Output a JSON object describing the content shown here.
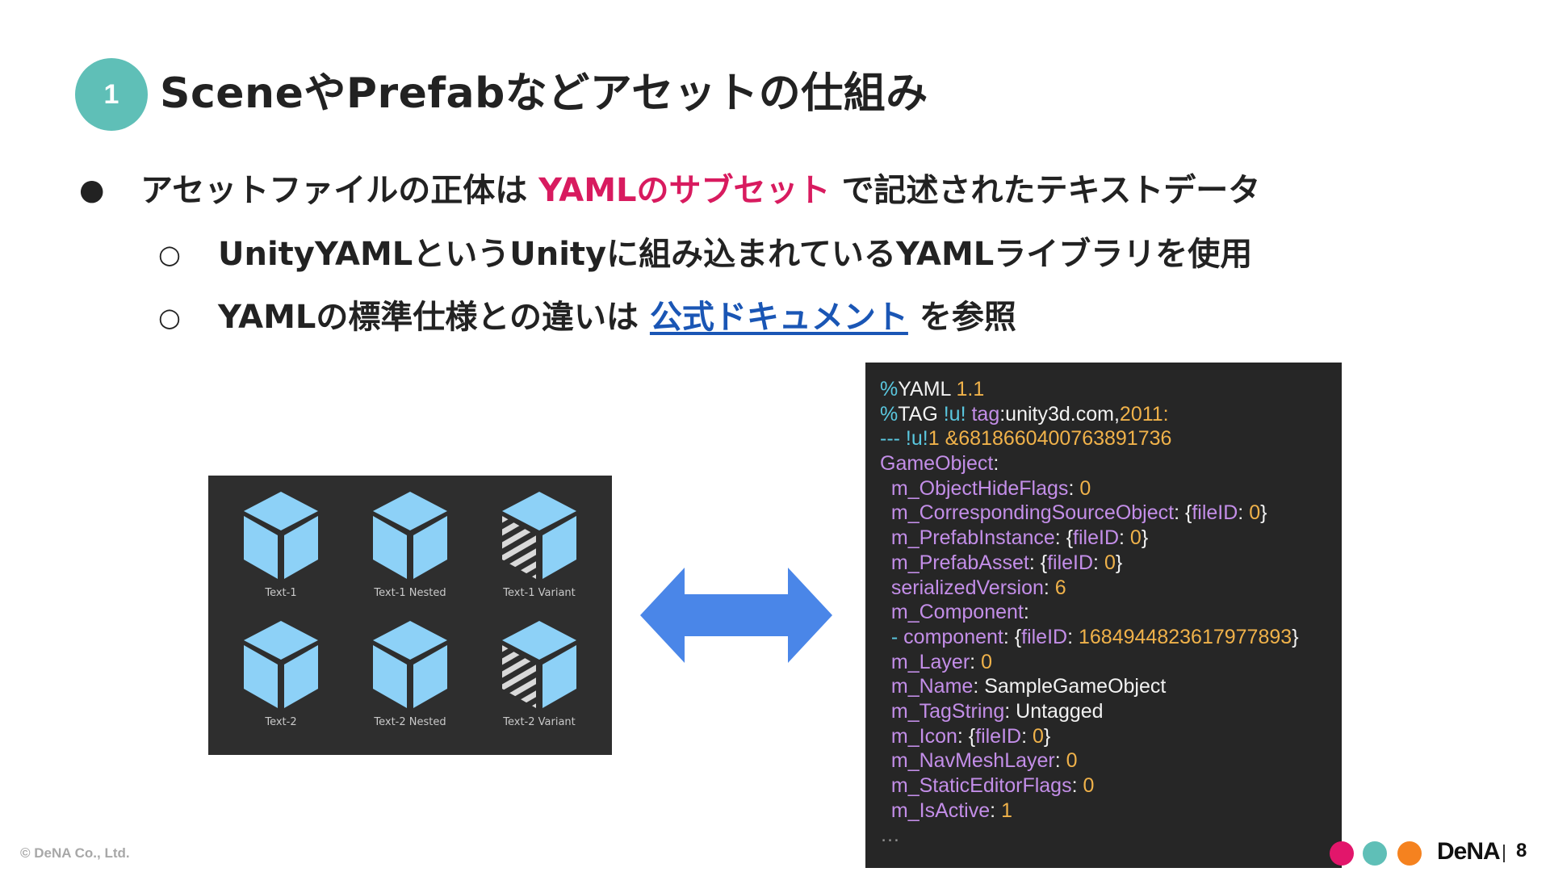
{
  "slide": {
    "number_badge": "1",
    "title": "SceneやPrefabなどアセットの仕組み",
    "page_number": "8"
  },
  "bullets": {
    "level1": {
      "marker": "●",
      "text_before": "アセットファイルの正体は ",
      "highlight": "YAMLのサブセット",
      "text_after": " で記述されたテキストデータ",
      "highlight_color": "#d81b5f"
    },
    "level2_a": {
      "marker": "○",
      "text": "UnityYAMLというUnityに組み込まれているYAMLライブラリを使用"
    },
    "level2_b": {
      "marker": "○",
      "text_before": "YAMLの標準仕様との違いは ",
      "link": "公式ドキュメント",
      "text_after": " を参照",
      "link_color": "#1a56b5"
    }
  },
  "assets": {
    "background": "#2e2e2e",
    "icon_color": "#8dd1f7",
    "items": [
      {
        "label": "Text-1",
        "icon": "prefab-cube-icon"
      },
      {
        "label": "Text-1 Nested",
        "icon": "prefab-cube-icon"
      },
      {
        "label": "Text-1 Variant",
        "icon": "prefab-variant-cube-icon"
      },
      {
        "label": "Text-2",
        "icon": "prefab-cube-icon"
      },
      {
        "label": "Text-2 Nested",
        "icon": "prefab-cube-icon"
      },
      {
        "label": "Text-2 Variant",
        "icon": "prefab-variant-cube-icon"
      }
    ]
  },
  "arrow": {
    "icon": "double-arrow-icon",
    "color": "#4a86e8"
  },
  "code": {
    "background": "#262626",
    "lines": [
      [
        [
          "%",
          "cy"
        ],
        [
          "YAML ",
          "w"
        ],
        [
          "1.1",
          "or"
        ]
      ],
      [
        [
          "%",
          "cy"
        ],
        [
          "TAG ",
          "w"
        ],
        [
          "!u! ",
          "cy"
        ],
        [
          "tag",
          "pu"
        ],
        [
          ":unity3d.com,",
          "w"
        ],
        [
          "2011:",
          "or"
        ]
      ],
      [
        [
          "--- ",
          "cy"
        ],
        [
          "!u!",
          "cy"
        ],
        [
          "1 ",
          "or"
        ],
        [
          "&6818660400763891736",
          "or"
        ]
      ],
      [
        [
          "GameObject",
          "pu"
        ],
        [
          ":",
          "w"
        ]
      ],
      [
        [
          "  m_ObjectHideFlags",
          "pu"
        ],
        [
          ": ",
          "w"
        ],
        [
          "0",
          "or"
        ]
      ],
      [
        [
          "  m_CorrespondingSourceObject",
          "pu"
        ],
        [
          ": {",
          "w"
        ],
        [
          "fileID",
          "pu"
        ],
        [
          ": ",
          "w"
        ],
        [
          "0",
          "or"
        ],
        [
          "}",
          "w"
        ]
      ],
      [
        [
          "  m_PrefabInstance",
          "pu"
        ],
        [
          ": {",
          "w"
        ],
        [
          "fileID",
          "pu"
        ],
        [
          ": ",
          "w"
        ],
        [
          "0",
          "or"
        ],
        [
          "}",
          "w"
        ]
      ],
      [
        [
          "  m_PrefabAsset",
          "pu"
        ],
        [
          ": {",
          "w"
        ],
        [
          "fileID",
          "pu"
        ],
        [
          ": ",
          "w"
        ],
        [
          "0",
          "or"
        ],
        [
          "}",
          "w"
        ]
      ],
      [
        [
          "  serializedVersion",
          "pu"
        ],
        [
          ": ",
          "w"
        ],
        [
          "6",
          "or"
        ]
      ],
      [
        [
          "  m_Component",
          "pu"
        ],
        [
          ":",
          "w"
        ]
      ],
      [
        [
          "  - ",
          "cy"
        ],
        [
          "component",
          "pu"
        ],
        [
          ": {",
          "w"
        ],
        [
          "fileID",
          "pu"
        ],
        [
          ": ",
          "w"
        ],
        [
          "1684944823617977893",
          "or"
        ],
        [
          "}",
          "w"
        ]
      ],
      [
        [
          "  m_Layer",
          "pu"
        ],
        [
          ": ",
          "w"
        ],
        [
          "0",
          "or"
        ]
      ],
      [
        [
          "  m_Name",
          "pu"
        ],
        [
          ": ",
          "w"
        ],
        [
          "SampleGameObject",
          "w"
        ]
      ],
      [
        [
          "  m_TagString",
          "pu"
        ],
        [
          ": ",
          "w"
        ],
        [
          "Untagged",
          "w"
        ]
      ],
      [
        [
          "  m_Icon",
          "pu"
        ],
        [
          ": {",
          "w"
        ],
        [
          "fileID",
          "pu"
        ],
        [
          ": ",
          "w"
        ],
        [
          "0",
          "or"
        ],
        [
          "}",
          "w"
        ]
      ],
      [
        [
          "  m_NavMeshLayer",
          "pu"
        ],
        [
          ": ",
          "w"
        ],
        [
          "0",
          "or"
        ]
      ],
      [
        [
          "  m_StaticEditorFlags",
          "pu"
        ],
        [
          ": ",
          "w"
        ],
        [
          "0",
          "or"
        ]
      ],
      [
        [
          "  m_IsActive",
          "pu"
        ],
        [
          ": ",
          "w"
        ],
        [
          "1",
          "or"
        ]
      ],
      [
        [
          "…",
          "gr"
        ]
      ]
    ]
  },
  "footer": {
    "copyright": "© DeNA Co., Ltd.",
    "logo_text": "DeNA",
    "dot_colors": [
      "#e2166b",
      "#5fbfb7",
      "#f5821f"
    ]
  }
}
